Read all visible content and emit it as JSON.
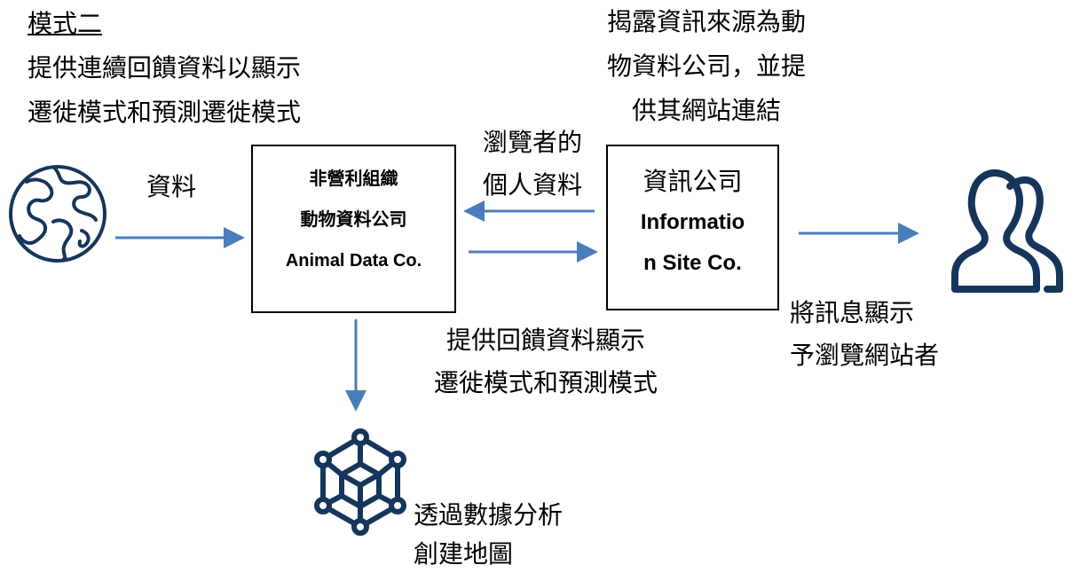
{
  "heading": {
    "mode": "模式二",
    "line1": "提供連續回饋資料以顯示",
    "line2": "遷徙模式和預測遷徙模式"
  },
  "top_right_note": {
    "line1": "揭露資訊來源為動",
    "line2": "物資料公司，並提",
    "line3": "供其網站連結"
  },
  "data_label": "資料",
  "browser_data_label": {
    "line1": "瀏覽者的",
    "line2": "個人資料"
  },
  "animal_box": {
    "line1": "非營利組織",
    "line2": "動物資料公司",
    "line3": "Animal Data Co."
  },
  "info_box": {
    "line1": "資訊公司",
    "line2": "Informatio",
    "line3": "n Site Co."
  },
  "display_label": {
    "line1": "將訊息顯示",
    "line2": "予瀏覽網站者"
  },
  "feedback_label": {
    "line1": "提供回饋資料顯示",
    "line2": "遷徙模式和預測模式"
  },
  "analysis_label": {
    "line1": "透過數據分析",
    "line2": "創建地圖"
  },
  "icons": {
    "globe": "globe-icon",
    "people": "people-icon",
    "cube": "network-cube-icon"
  },
  "colors": {
    "arrow": "#4A7EBB",
    "icon": "#16355B"
  }
}
